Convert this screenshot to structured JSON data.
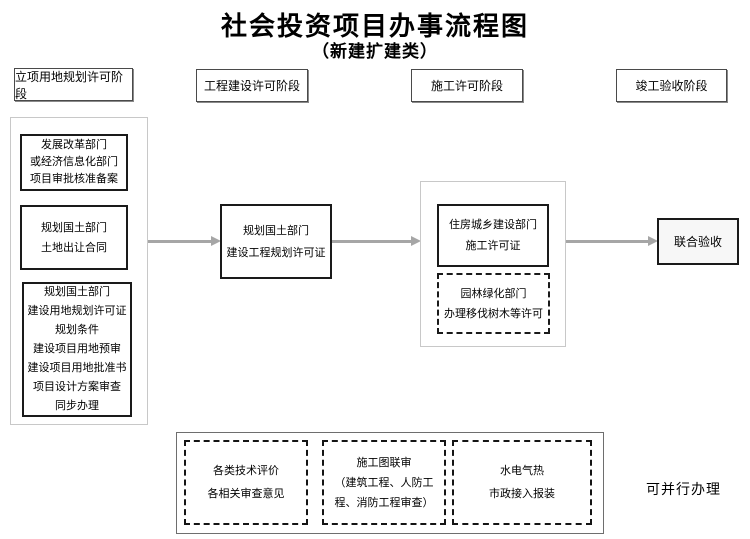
{
  "title": "社会投资项目办事流程图",
  "subtitle": "（新建扩建类）",
  "stage_headers": [
    {
      "label": "立项用地规划许可阶段"
    },
    {
      "label": "工程建设许可阶段"
    },
    {
      "label": "施工许可阶段"
    },
    {
      "label": "竣工验收阶段"
    }
  ],
  "flow": {
    "approval_group": {
      "dev_box": {
        "lines": [
          "发展改革部门",
          "或经济信息化部门",
          "项目审批核准备案"
        ]
      },
      "land_box": {
        "lines": [
          "规划国土部门",
          "土地出让合同"
        ]
      },
      "plan_box": {
        "lines": [
          "规划国土部门",
          "建设用地规划许可证",
          "规划条件",
          "建设项目用地预审",
          "建设项目用地批准书",
          "项目设计方案审查",
          "同步办理"
        ]
      }
    },
    "planning_permit_box": {
      "lines": [
        "规划国土部门",
        "建设工程规划许可证"
      ]
    },
    "construction_group": {
      "permit_box": {
        "lines": [
          "住房城乡建设部门",
          "施工许可证"
        ]
      },
      "garden_box": {
        "lines": [
          "园林绿化部门",
          "办理移伐树木等许可"
        ]
      }
    },
    "acceptance_box": {
      "label": "联合验收"
    }
  },
  "parallel_section": {
    "tech_box": {
      "lines": [
        "各类技术评价",
        "各相关审查意见"
      ]
    },
    "drawing_box": {
      "lines": [
        "施工图联审",
        "（建筑工程、人防工",
        "程、消防工程审查）"
      ]
    },
    "utility_box": {
      "lines": [
        "水电气热",
        "市政接入报装"
      ]
    },
    "note": "可并行办理"
  },
  "colors": {
    "arrow": "#a6a6a6",
    "node_border": "#1a1a1a",
    "group_border": "#c8c8c8",
    "text": "#000000",
    "background": "#ffffff"
  }
}
